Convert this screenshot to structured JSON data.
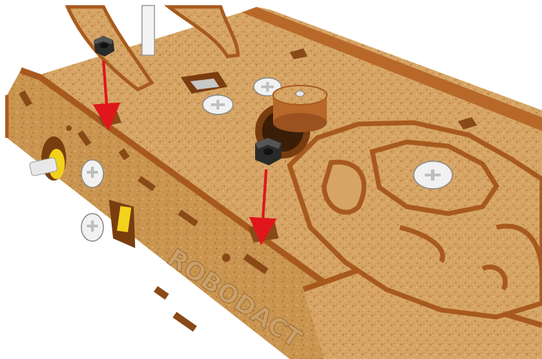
{
  "diagram": {
    "engraved_text": "ROBODACT",
    "colors": {
      "wood_top": "#d9a866",
      "wood_mid": "#c98f4c",
      "wood_edge": "#a85a1e",
      "wood_dark": "#7a3d10",
      "slot": "#8a4a18",
      "nut": "#222222",
      "screw": "#f1f1f1",
      "arrow": "#e0161b",
      "motor_yellow": "#f2d21b",
      "background": "#ffffff"
    },
    "parts": {
      "arrows": 2,
      "nuts": 2,
      "screw_heads": 5
    }
  }
}
